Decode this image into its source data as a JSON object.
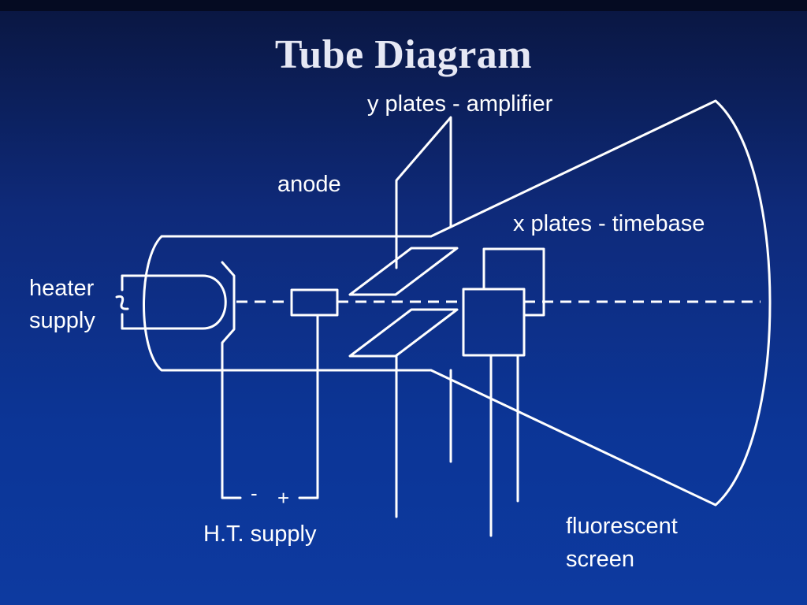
{
  "slide": {
    "title": "Tube Diagram",
    "background_color": "#0d3aa0",
    "line_color": "#ffffff"
  },
  "labels": {
    "y_plates": "y plates - amplifier",
    "anode": "anode",
    "x_plates": "x plates - timebase",
    "heater_supply_line1": "heater",
    "heater_supply_line2": "supply",
    "ht_minus": "-",
    "ht_plus": "+",
    "ht_supply": "H.T. supply",
    "screen_line1": "fluorescent",
    "screen_line2": "screen"
  }
}
